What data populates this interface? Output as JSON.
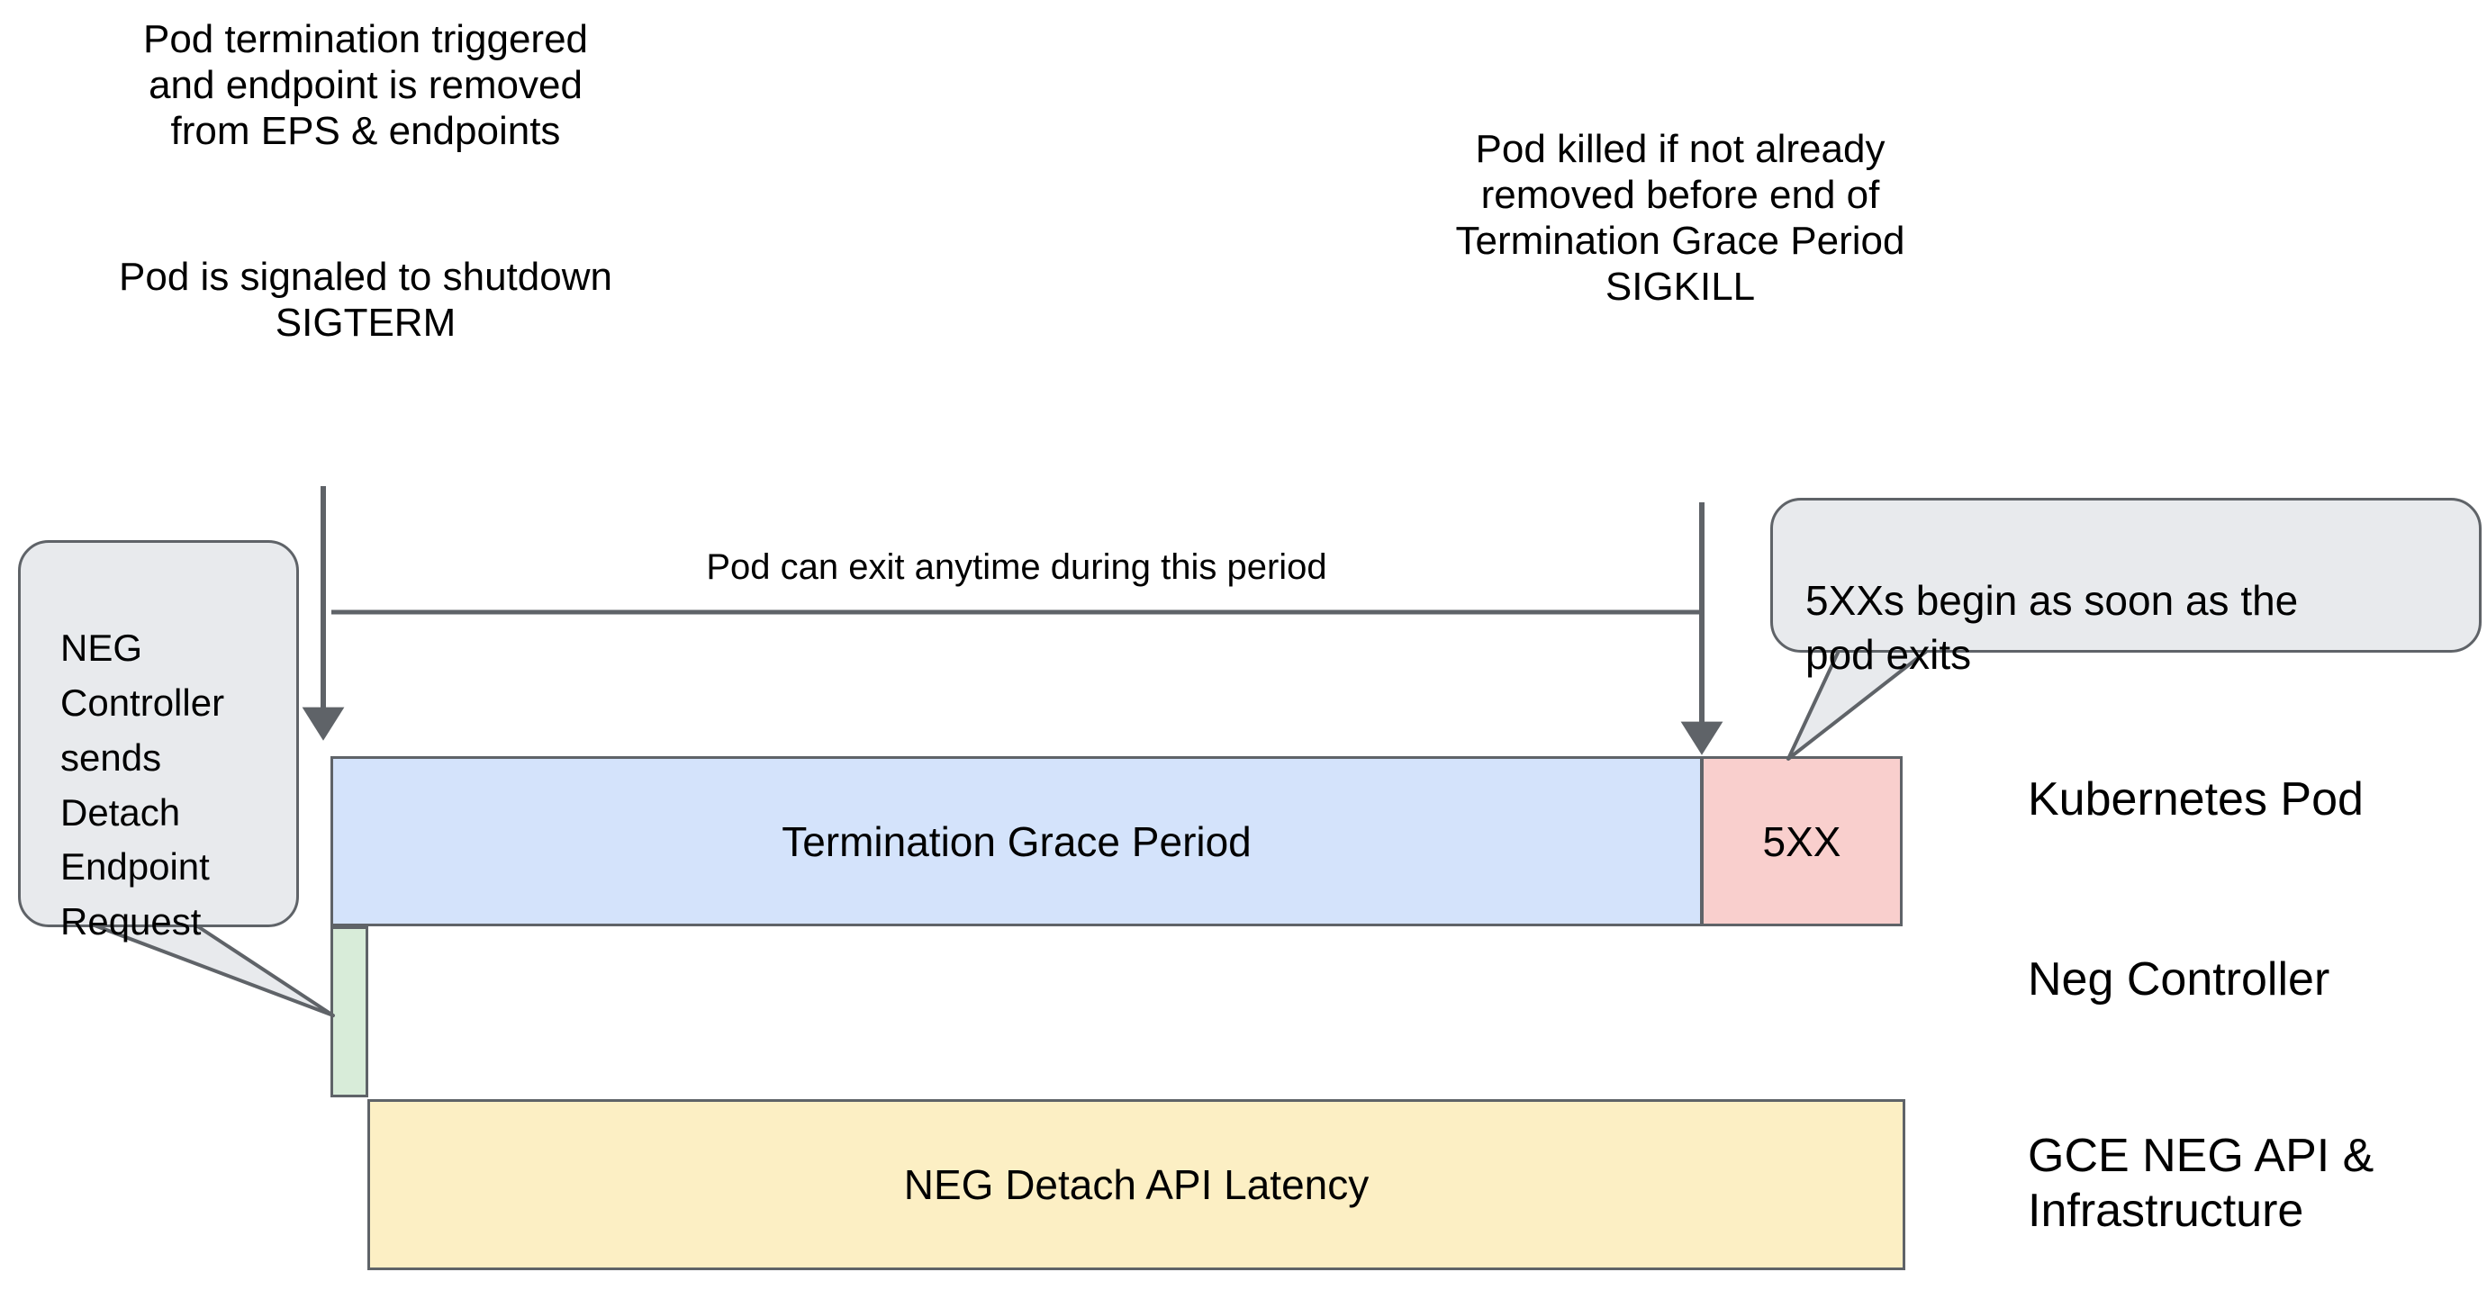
{
  "diagram": {
    "title": "Kubernetes Pod termination and NEG detach timeline",
    "background_color": "#ffffff"
  },
  "annotations": {
    "pod_termination_note": "Pod termination triggered\nand endpoint is removed\nfrom EPS & endpoints",
    "sigterm_note": "Pod is signaled to shutdown\nSIGTERM",
    "sigkill_note": "Pod killed if not already\nremoved before end of\nTermination Grace Period\nSIGKILL",
    "span_caption": "Pod can exit anytime during this period"
  },
  "callouts": [
    {
      "name": "neg-controller-detach",
      "text": "NEG\nController\nsends\nDetach\nEndpoint\nRequest",
      "fill": "#e8eaed",
      "border": "#5f6368"
    },
    {
      "name": "5xx-begin",
      "text": "5XXs begin as soon as the\npod exits",
      "fill": "#e8eaed",
      "border": "#5f6368"
    }
  ],
  "bars": [
    {
      "name": "termination-grace-period",
      "label": "Termination Grace Period",
      "fill": "#d4e3fb",
      "border": "#5f6368",
      "lane": "Kubernetes Pod"
    },
    {
      "name": "5xx",
      "label": "5XX",
      "fill": "#f9cfcd",
      "border": "#5f6368",
      "lane": "Kubernetes Pod"
    },
    {
      "name": "neg-detach-request",
      "label": "",
      "fill": "#d8ecd9",
      "border": "#5f6368",
      "lane": "Neg Controller"
    },
    {
      "name": "neg-detach-api-latency",
      "label": "NEG Detach API Latency",
      "fill": "#fcefc4",
      "border": "#5f6368",
      "lane": "GCE NEG API & Infrastructure"
    }
  ],
  "lanes": [
    {
      "name": "kubernetes-pod",
      "label": "Kubernetes Pod"
    },
    {
      "name": "neg-controller",
      "label": "Neg Controller"
    },
    {
      "name": "gce-neg-api",
      "label": "GCE NEG API &\nInfrastructure"
    }
  ],
  "colors": {
    "stroke": "#5f6368",
    "blue_bar": "#d4e3fb",
    "red_bar": "#f9cfcd",
    "green_bar": "#d8ecd9",
    "yellow_bar": "#fcefc4",
    "bubble_fill": "#e8eaed",
    "text": "#000000"
  }
}
